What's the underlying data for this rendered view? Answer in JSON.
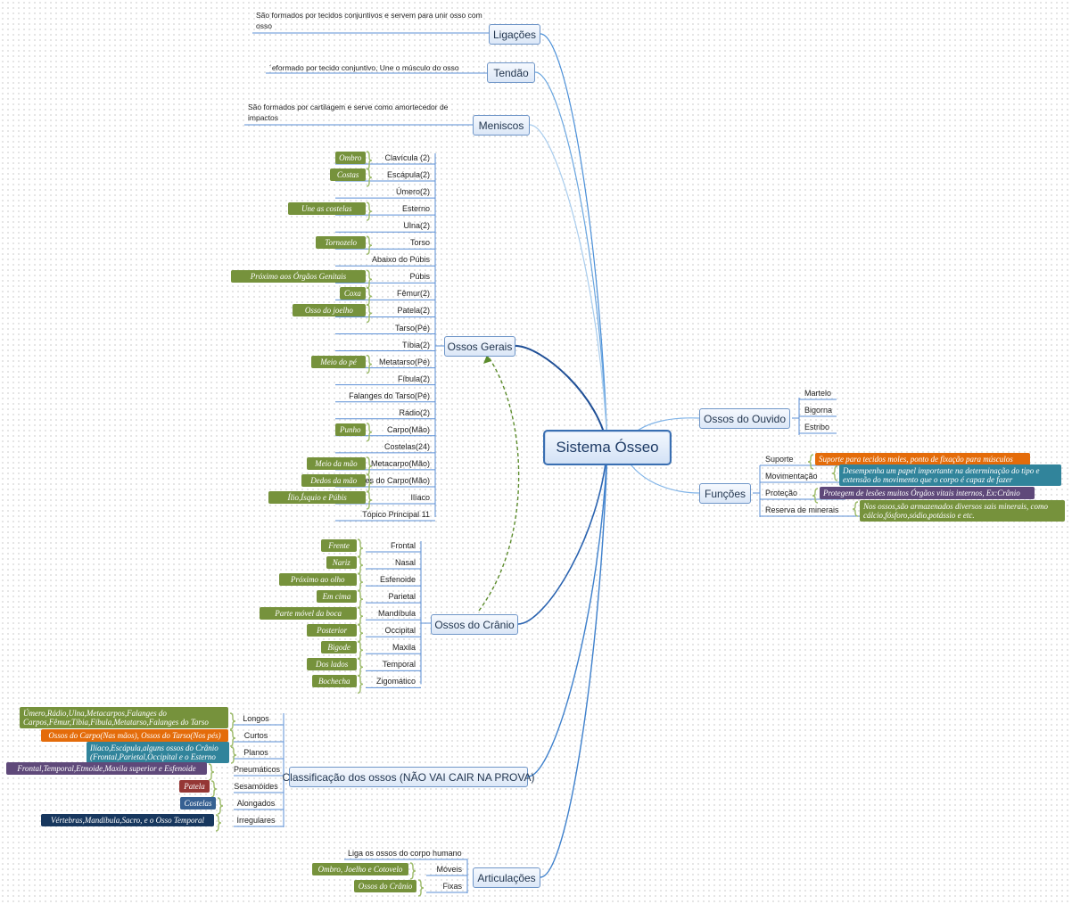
{
  "colors": {
    "green": "#76923c",
    "orange": "#e46c0a",
    "teal": "#31849b",
    "purple": "#5f497a",
    "red": "#953735",
    "blue": "#366092",
    "navy": "#17375e"
  },
  "center": "Sistema Ósseo",
  "ligacoes": {
    "label": "Ligações",
    "note": "São formados por tecidos conjuntivos e servem para unir osso com osso"
  },
  "tendao": {
    "label": "Tendão",
    "note": "´eformado por tecido conjuntivo, Une o músculo do osso"
  },
  "meniscos": {
    "label": "Meniscos",
    "note": "São formados por cartilagem e serve como amortecedor de impactos"
  },
  "ossos_gerais": {
    "label": "Ossos Gerais",
    "items": [
      {
        "label": "Clavícula (2)",
        "tag": "Ombro"
      },
      {
        "label": "Escápula(2)",
        "tag": "Costas"
      },
      {
        "label": "Úmero(2)",
        "tag": ""
      },
      {
        "label": "Esterno",
        "tag": "Une as costelas"
      },
      {
        "label": "Ulna(2)",
        "tag": ""
      },
      {
        "label": "Torso",
        "tag": "Tornozelo"
      },
      {
        "label": "Abaixo do Púbis",
        "tag": ""
      },
      {
        "label": "Púbis",
        "tag": "Próximo aos Órgãos Genitais"
      },
      {
        "label": "Fêmur(2)",
        "tag": "Coxa"
      },
      {
        "label": "Patela(2)",
        "tag": "Osso do joelho"
      },
      {
        "label": "Tarso(Pé)",
        "tag": ""
      },
      {
        "label": "Tíbia(2)",
        "tag": ""
      },
      {
        "label": "Metatarso(Pé)",
        "tag": "Meio do pé"
      },
      {
        "label": "Fíbula(2)",
        "tag": ""
      },
      {
        "label": "Falanges do Tarso(Pé)",
        "tag": ""
      },
      {
        "label": "Rádio(2)",
        "tag": ""
      },
      {
        "label": "Carpo(Mão)",
        "tag": "Punho"
      },
      {
        "label": "Costelas(24)",
        "tag": ""
      },
      {
        "label": "Metacarpo(Mão)",
        "tag": "Meio da mão"
      },
      {
        "label": "Falanges do Carpo(Mão)",
        "tag": "Dedos da mão"
      },
      {
        "label": "Ilíaco",
        "tag": "Ílio,Ísquio e Púbis"
      },
      {
        "label": "Tópico Principal 11",
        "tag": ""
      }
    ]
  },
  "ossos_cranio": {
    "label": "Ossos do Crânio",
    "items": [
      {
        "label": "Frontal",
        "tag": "Frente"
      },
      {
        "label": "Nasal",
        "tag": "Nariz"
      },
      {
        "label": "Esfenoide",
        "tag": "Próximo ao olho"
      },
      {
        "label": "Parietal",
        "tag": "Em cima"
      },
      {
        "label": "Mandíbula",
        "tag": "Parte móvel da boca"
      },
      {
        "label": "Occipital",
        "tag": "Posterior"
      },
      {
        "label": "Maxila",
        "tag": "Bigode"
      },
      {
        "label": "Temporal",
        "tag": "Dos lados"
      },
      {
        "label": "Zigomático",
        "tag": "Bochecha"
      }
    ]
  },
  "classificacao": {
    "label": "Classificação dos ossos (NÃO VAI CAIR NA PROVA)",
    "items": [
      {
        "label": "Longos",
        "tag": "Úmero,Rádio,Ulna,Metacarpos,Falanges do Carpos,Fêmur,Tíbia,Fíbula,Metatarso,Falanges do Tarso",
        "color": "green"
      },
      {
        "label": "Curtos",
        "tag": "Ossos do Carpo(Nas mãos), Ossos do Tarso(Nos pés)",
        "color": "orange"
      },
      {
        "label": "Planos",
        "tag": "Ilíaco,Escápula,alguns ossos do Crânio (Frontal,Parietal,Occipital e o Esterno",
        "color": "teal"
      },
      {
        "label": "Pneumáticos",
        "tag": "Frontal,Temporal,Etmoide,Maxila superior e Esfenoide",
        "color": "purple"
      },
      {
        "label": "Sesamóides",
        "tag": "Patela",
        "color": "red"
      },
      {
        "label": "Alongados",
        "tag": "Costelas",
        "color": "blue"
      },
      {
        "label": "Irregulares",
        "tag": "Vértebras,Mandíbula,Sacro, e o Osso Temporal",
        "color": "navy"
      }
    ]
  },
  "articulacoes": {
    "label": "Articulações",
    "note": "Liga os ossos do corpo humano",
    "items": [
      {
        "label": "Móveis",
        "tag": "Ombro, Joelho e Cotovelo"
      },
      {
        "label": "Fixas",
        "tag": "Ossos do Crânio"
      }
    ]
  },
  "ouvido": {
    "label": "Ossos do Ouvido",
    "items": [
      "Martelo",
      "Bigorna",
      "Estribo"
    ]
  },
  "funcoes": {
    "label": "Funções",
    "items": [
      {
        "label": "Suporte",
        "tag": "Suporte para tecidos moles, ponto de fixação para músculos",
        "color": "orange"
      },
      {
        "label": "Movimentação",
        "tag": "Desempenha um papel importante na determinação do tipo e extensão do movimento que o corpo é capaz de fazer",
        "color": "teal"
      },
      {
        "label": "Proteção",
        "tag": "Protegem de lesões muitos Órgãos vitais internos, Ex:Crânio",
        "color": "purple"
      },
      {
        "label": "Reserva de minerais",
        "tag": "Nos ossos,são armazenados diversos sais minerais, como cálcio,fósforo,sódio,potássio e etc.",
        "color": "green"
      }
    ]
  }
}
